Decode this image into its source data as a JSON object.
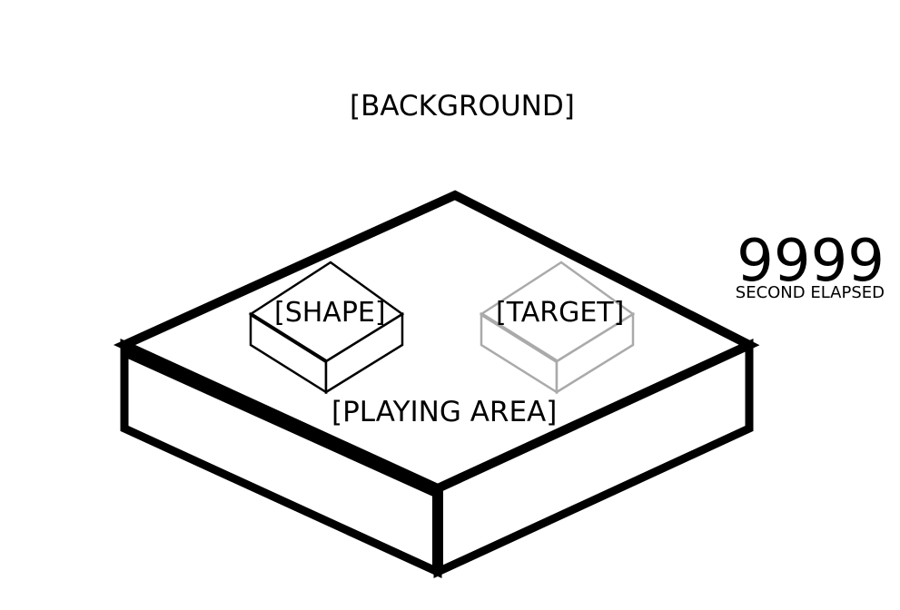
{
  "labels": {
    "background": "[BACKGROUND]",
    "shape": "[SHAPE]",
    "target": "[TARGET]",
    "playing_area": "[PLAYING AREA]"
  },
  "counter": {
    "value": "9999",
    "caption": "SECOND ELAPSED"
  },
  "colors": {
    "outline": "#000000",
    "target_outline": "#aaaaaa",
    "background": "#ffffff"
  }
}
